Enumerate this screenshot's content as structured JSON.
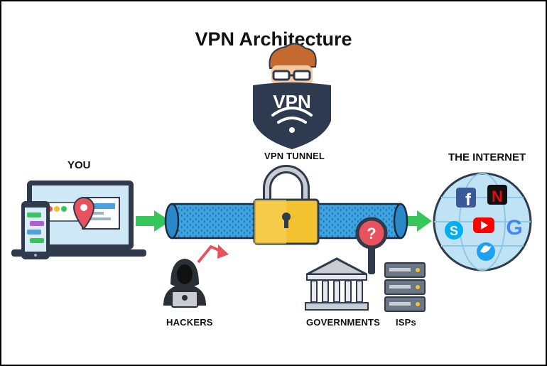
{
  "title": "VPN Architecture",
  "labels": {
    "you": "YOU",
    "vpn_tunnel": "VPN TUNNEL",
    "the_internet": "THE INTERNET",
    "hackers": "HACKERS",
    "governments": "GOVERNMENTS",
    "isps": "ISPs"
  },
  "shield_text": "VPN",
  "internet_services": [
    "facebook-icon",
    "netflix-icon",
    "skype-icon",
    "youtube-icon",
    "google-icon",
    "twitter-icon"
  ],
  "colors": {
    "tunnel": "#3fa3e0",
    "tunnel_dark": "#1e6fb0",
    "lock": "#f2c230",
    "arrow": "#34c759",
    "shield": "#2e3a4f",
    "globe": "#bfe3f5",
    "hacker_arrow": "#e8525c"
  }
}
